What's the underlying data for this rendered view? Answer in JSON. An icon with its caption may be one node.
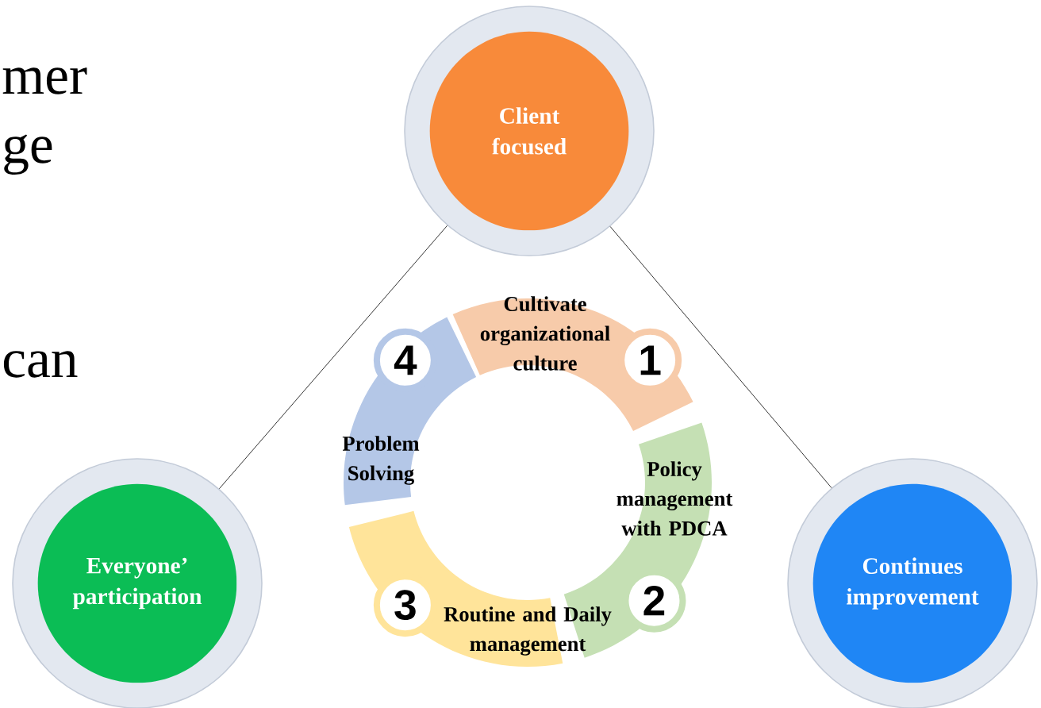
{
  "diagram": {
    "nodes": [
      {
        "text": [
          "Client focused"
        ]
      },
      {
        "text": [
          "Everyone’ participation"
        ]
      },
      {
        "text": [
          "Continues improvement"
        ]
      },
      {
        "text": [
          "Cultivate organizational culture",
          "1"
        ]
      },
      {
        "text": [
          "Policy management with PDCA",
          "2"
        ]
      },
      {
        "text": [
          "3",
          "Routine and Daily management"
        ]
      },
      {
        "text": [
          "4",
          "Problem Solving"
        ]
      }
    ],
    "edges": [
      {
        "from": 0,
        "to": 1,
        "arrow": "none"
      },
      {
        "from": 0,
        "to": 2,
        "arrow": "none"
      }
    ],
    "labels": [
      "mer",
      "ge",
      "can"
    ]
  }
}
